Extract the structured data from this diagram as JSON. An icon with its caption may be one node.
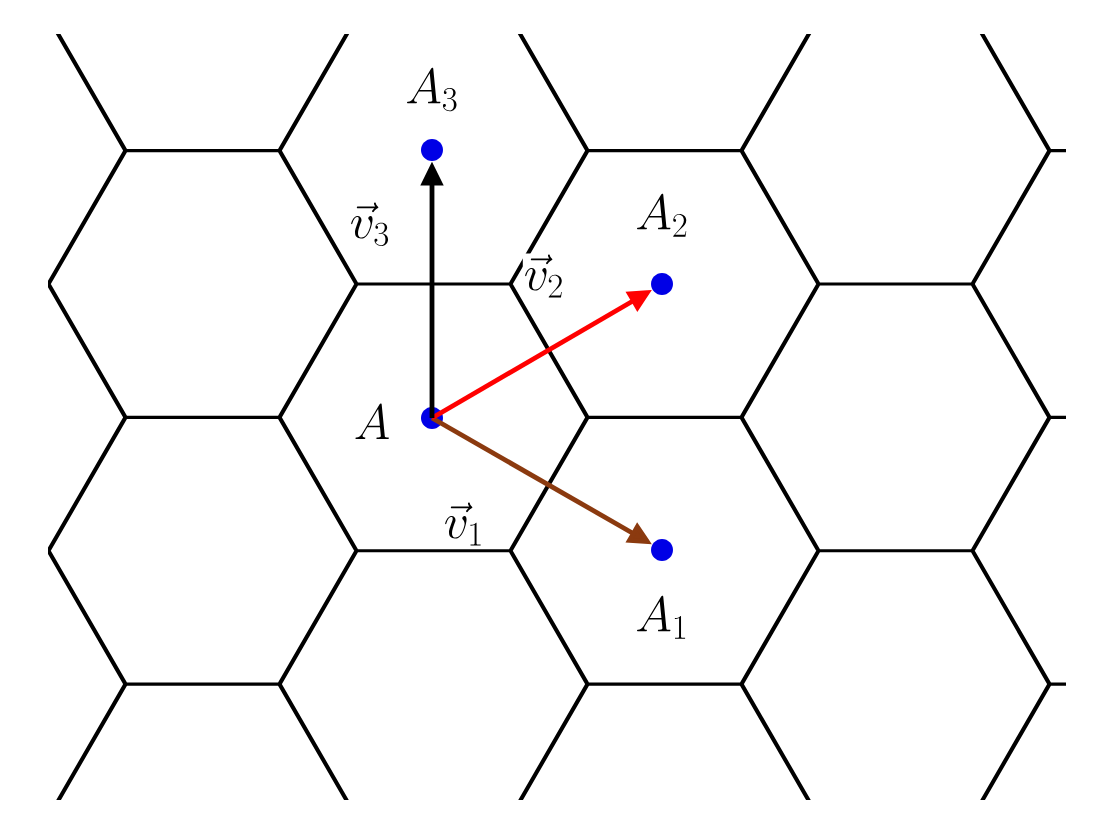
{
  "diagram": {
    "nodes": [
      {
        "text": [],
        "shape": "circle",
        "beside": [
          "A"
        ]
      },
      {
        "text": [],
        "shape": "circle",
        "beside": [
          "A_1"
        ]
      },
      {
        "text": [],
        "shape": "circle",
        "beside": [
          "A_2"
        ]
      },
      {
        "text": [],
        "shape": "circle",
        "beside": [
          "A_3"
        ]
      }
    ],
    "edges": [
      {
        "from": 0,
        "to": 1,
        "arrow": "to",
        "label": "\\vec{v}_1",
        "color": "#8b3a0f"
      },
      {
        "from": 0,
        "to": 2,
        "arrow": "to",
        "label": "\\vec{v}_2",
        "color": "#ff0000"
      },
      {
        "from": 0,
        "to": 3,
        "arrow": "to",
        "label": "\\vec{v}_3",
        "color": "#000000"
      }
    ]
  }
}
